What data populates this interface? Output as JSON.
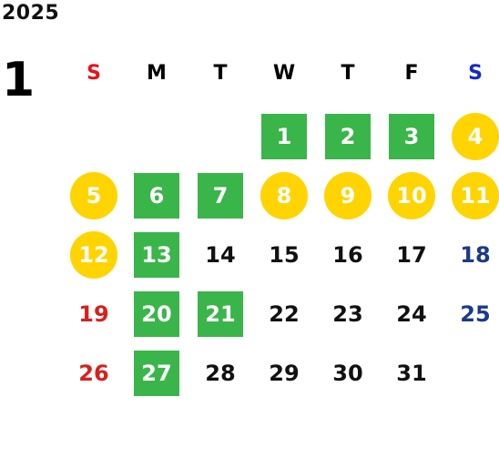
{
  "calendar": {
    "year": "2025",
    "month": "1",
    "weekdays": [
      "S",
      "M",
      "T",
      "W",
      "T",
      "F",
      "S"
    ],
    "days": [
      {
        "label": "1",
        "col": 3,
        "row": 0,
        "mark": "green"
      },
      {
        "label": "2",
        "col": 4,
        "row": 0,
        "mark": "green"
      },
      {
        "label": "3",
        "col": 5,
        "row": 0,
        "mark": "green"
      },
      {
        "label": "4",
        "col": 6,
        "row": 0,
        "mark": "yellow"
      },
      {
        "label": "5",
        "col": 0,
        "row": 1,
        "mark": "yellow"
      },
      {
        "label": "6",
        "col": 1,
        "row": 1,
        "mark": "green"
      },
      {
        "label": "7",
        "col": 2,
        "row": 1,
        "mark": "green"
      },
      {
        "label": "8",
        "col": 3,
        "row": 1,
        "mark": "yellow"
      },
      {
        "label": "9",
        "col": 4,
        "row": 1,
        "mark": "yellow"
      },
      {
        "label": "10",
        "col": 5,
        "row": 1,
        "mark": "yellow"
      },
      {
        "label": "11",
        "col": 6,
        "row": 1,
        "mark": "yellow"
      },
      {
        "label": "12",
        "col": 0,
        "row": 2,
        "mark": "yellow"
      },
      {
        "label": "13",
        "col": 1,
        "row": 2,
        "mark": "green"
      },
      {
        "label": "14",
        "col": 2,
        "row": 2,
        "mark": "none"
      },
      {
        "label": "15",
        "col": 3,
        "row": 2,
        "mark": "none"
      },
      {
        "label": "16",
        "col": 4,
        "row": 2,
        "mark": "none"
      },
      {
        "label": "17",
        "col": 5,
        "row": 2,
        "mark": "none"
      },
      {
        "label": "18",
        "col": 6,
        "row": 2,
        "mark": "none"
      },
      {
        "label": "19",
        "col": 0,
        "row": 3,
        "mark": "none"
      },
      {
        "label": "20",
        "col": 1,
        "row": 3,
        "mark": "green"
      },
      {
        "label": "21",
        "col": 2,
        "row": 3,
        "mark": "green"
      },
      {
        "label": "22",
        "col": 3,
        "row": 3,
        "mark": "none"
      },
      {
        "label": "23",
        "col": 4,
        "row": 3,
        "mark": "none"
      },
      {
        "label": "24",
        "col": 5,
        "row": 3,
        "mark": "none"
      },
      {
        "label": "25",
        "col": 6,
        "row": 3,
        "mark": "none"
      },
      {
        "label": "26",
        "col": 0,
        "row": 4,
        "mark": "none"
      },
      {
        "label": "27",
        "col": 1,
        "row": 4,
        "mark": "green"
      },
      {
        "label": "28",
        "col": 2,
        "row": 4,
        "mark": "none"
      },
      {
        "label": "29",
        "col": 3,
        "row": 4,
        "mark": "none"
      },
      {
        "label": "30",
        "col": 4,
        "row": 4,
        "mark": "none"
      },
      {
        "label": "31",
        "col": 5,
        "row": 4,
        "mark": "none"
      }
    ]
  },
  "colors": {
    "green_mark": "#3ab54a",
    "yellow_mark": "#ffd400",
    "sunday": "#e8101e",
    "saturday": "#1428c8"
  }
}
